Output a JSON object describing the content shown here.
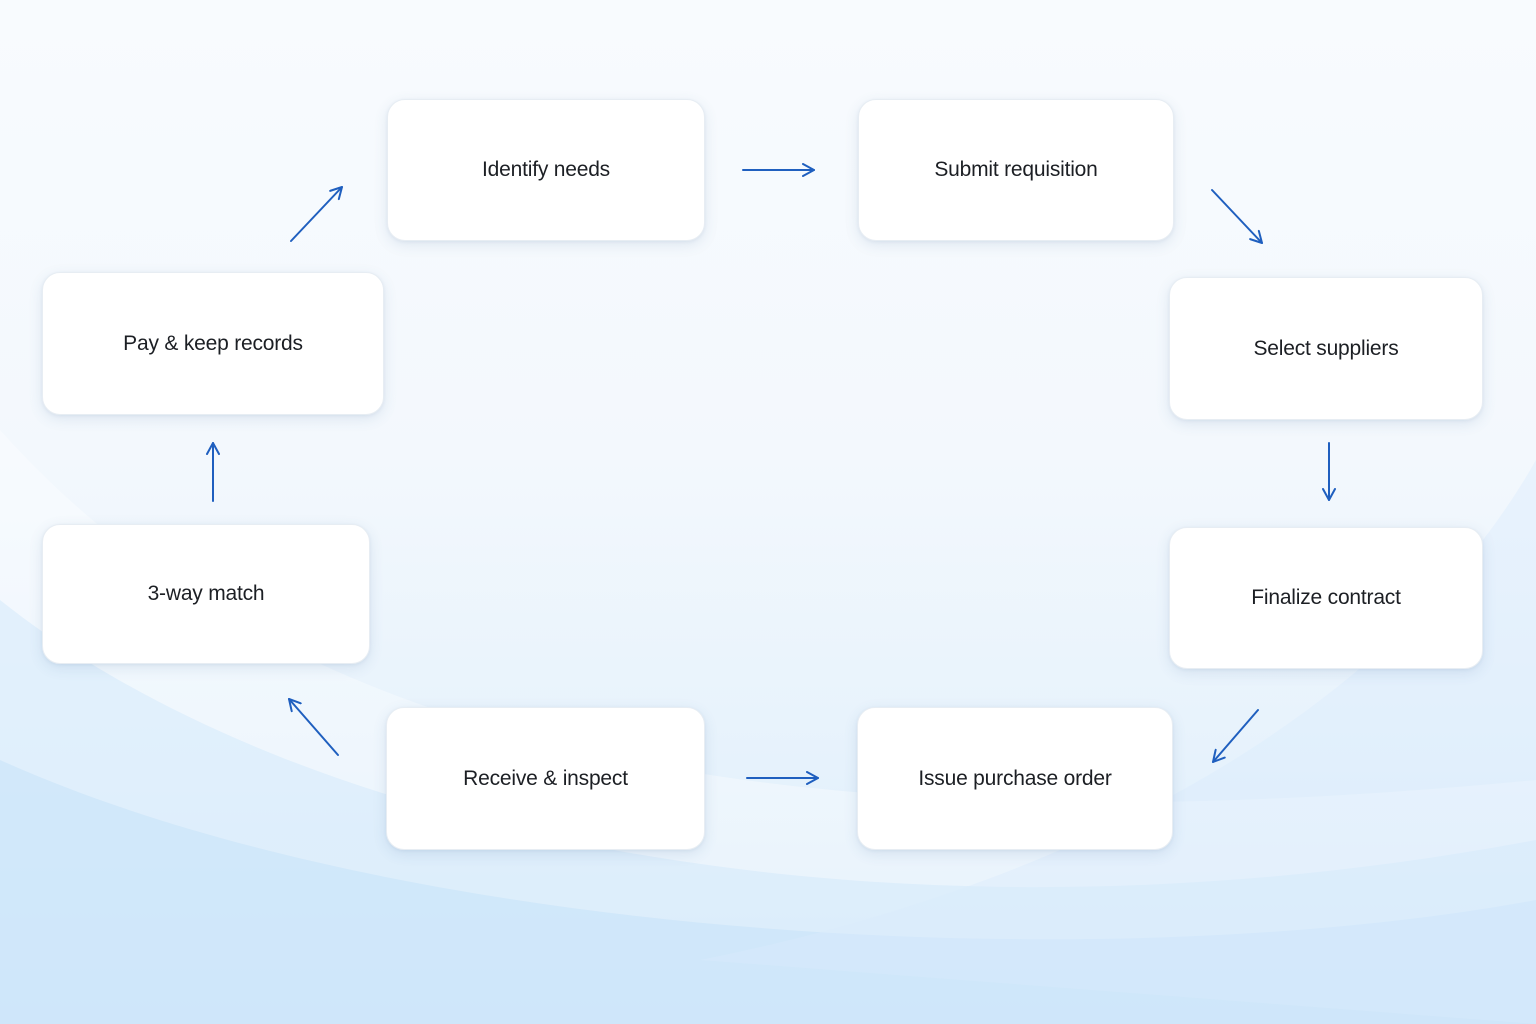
{
  "diagram": {
    "type": "cycle-flow",
    "arrow_color": "#1f5fbf",
    "steps": [
      {
        "id": "identify-needs",
        "label": "Identify needs"
      },
      {
        "id": "submit-requisition",
        "label": "Submit requisition"
      },
      {
        "id": "select-suppliers",
        "label": "Select suppliers"
      },
      {
        "id": "finalize-contract",
        "label": "Finalize contract"
      },
      {
        "id": "issue-purchase-order",
        "label": "Issue purchase order"
      },
      {
        "id": "receive-inspect",
        "label": "Receive & inspect"
      },
      {
        "id": "three-way-match",
        "label": "3-way match"
      },
      {
        "id": "pay-keep-records",
        "label": "Pay & keep records"
      }
    ],
    "edges": [
      {
        "from": "identify-needs",
        "to": "submit-requisition"
      },
      {
        "from": "submit-requisition",
        "to": "select-suppliers"
      },
      {
        "from": "select-suppliers",
        "to": "finalize-contract"
      },
      {
        "from": "finalize-contract",
        "to": "issue-purchase-order"
      },
      {
        "from": "receive-inspect",
        "to": "issue-purchase-order"
      },
      {
        "from": "receive-inspect",
        "to": "three-way-match"
      },
      {
        "from": "three-way-match",
        "to": "pay-keep-records"
      },
      {
        "from": "pay-keep-records",
        "to": "identify-needs"
      }
    ]
  }
}
